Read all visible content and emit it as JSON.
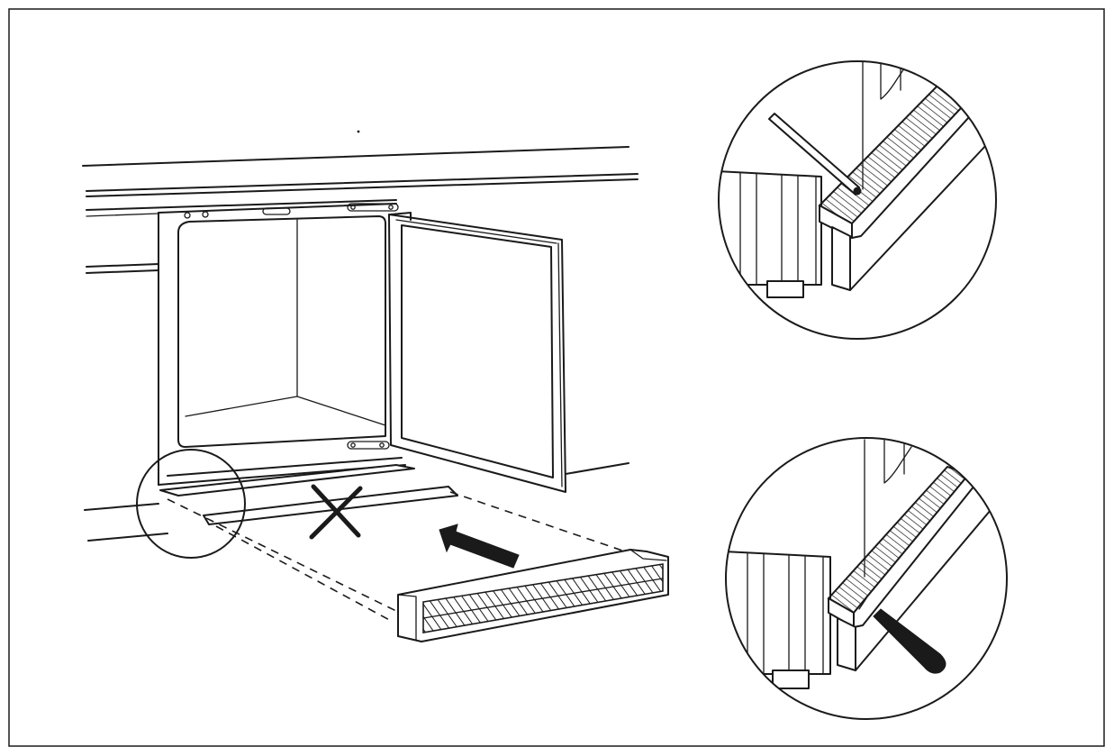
{
  "figure": {
    "background": "#ffffff",
    "line_color": "#1a1a1a",
    "frame": true,
    "main_view": "built-in-appliance-with-open-door-plinth-installation",
    "detail_views": [
      "plinth-clip-removal-top",
      "plinth-clip-removal-bottom"
    ],
    "markers": [
      "wrong-position-cross",
      "insert-direction-arrow",
      "detail-magnifier-circle"
    ]
  }
}
